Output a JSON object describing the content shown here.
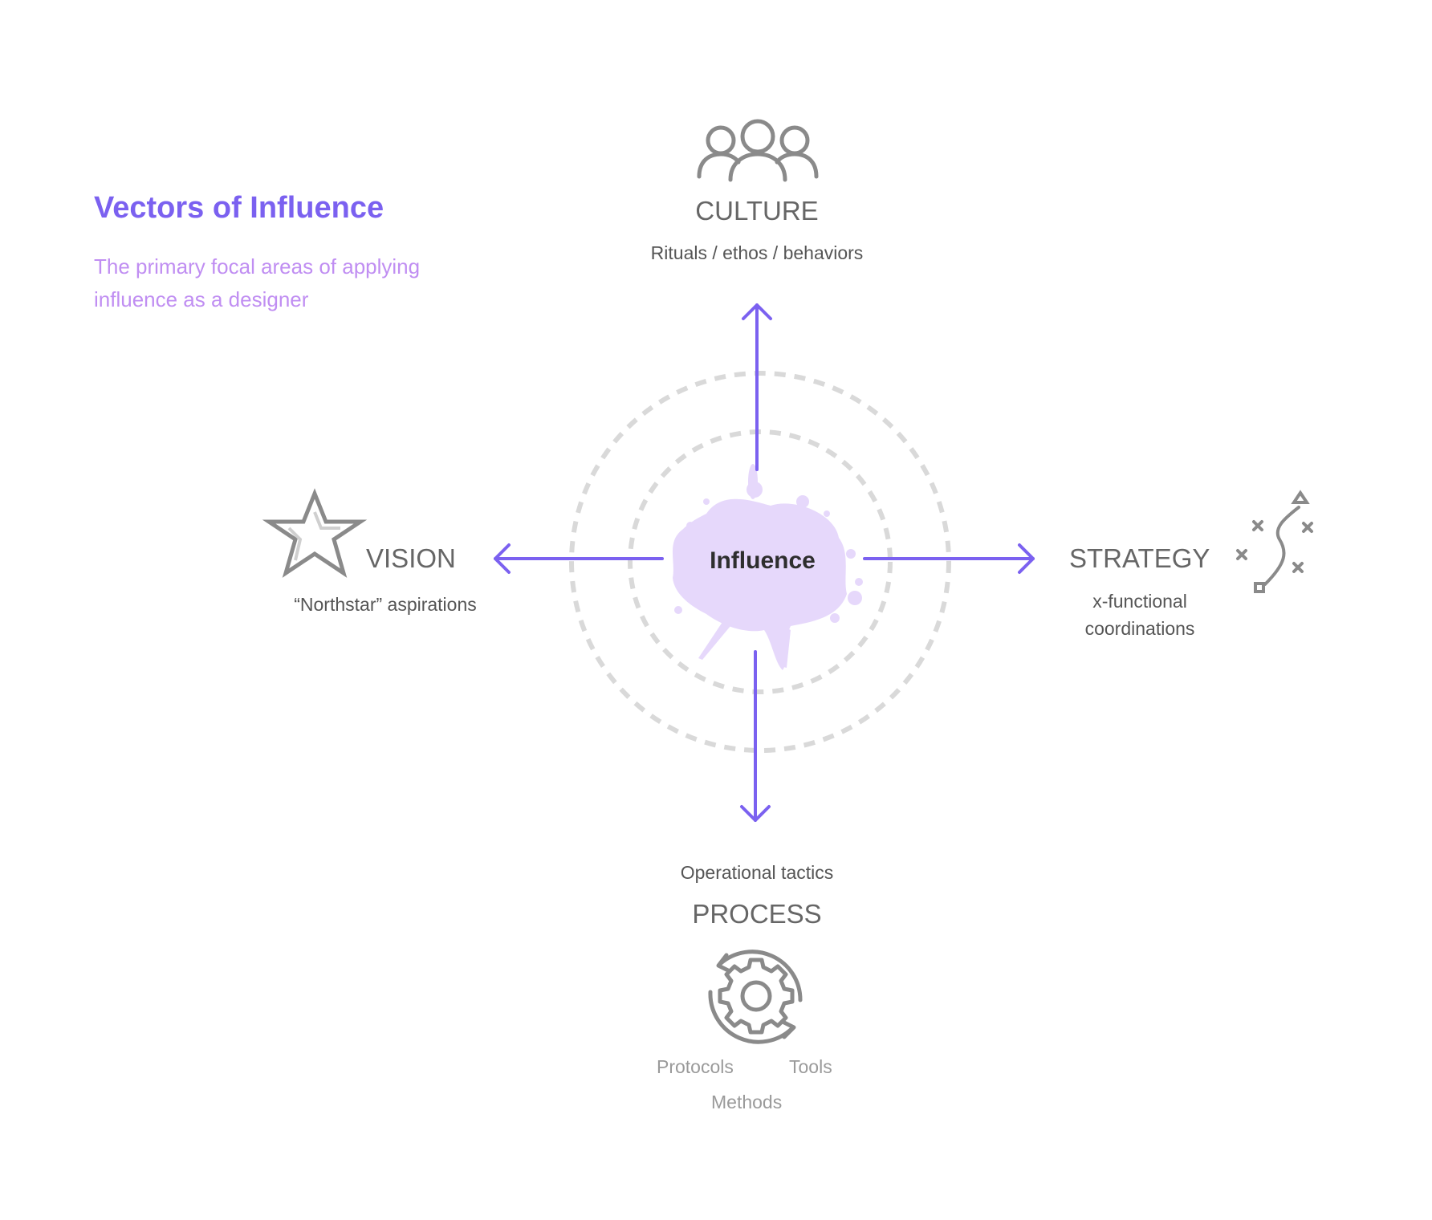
{
  "title": "Vectors of Influence",
  "subtitle": "The primary focal areas of applying influence as a designer",
  "center": {
    "label": "Influence"
  },
  "culture": {
    "heading": "CULTURE",
    "description": "Rituals / ethos / behaviors",
    "icon": "people-group-icon"
  },
  "vision": {
    "heading": "VISION",
    "description": "“Northstar” aspirations",
    "icon": "star-icon"
  },
  "strategy": {
    "heading": "STRATEGY",
    "description": "x-functional coordinations",
    "icon": "playbook-route-icon"
  },
  "process": {
    "heading": "PROCESS",
    "description": "Operational tactics",
    "icon": "gear-cycle-icon",
    "items": [
      "Protocols",
      "Tools",
      "Methods"
    ]
  },
  "colors": {
    "accent": "#7b61f0",
    "subtitle": "#c08ef2",
    "splash": "#e6d8fb",
    "rings": "#d9d9d9",
    "icons": "#8a8a8a"
  }
}
